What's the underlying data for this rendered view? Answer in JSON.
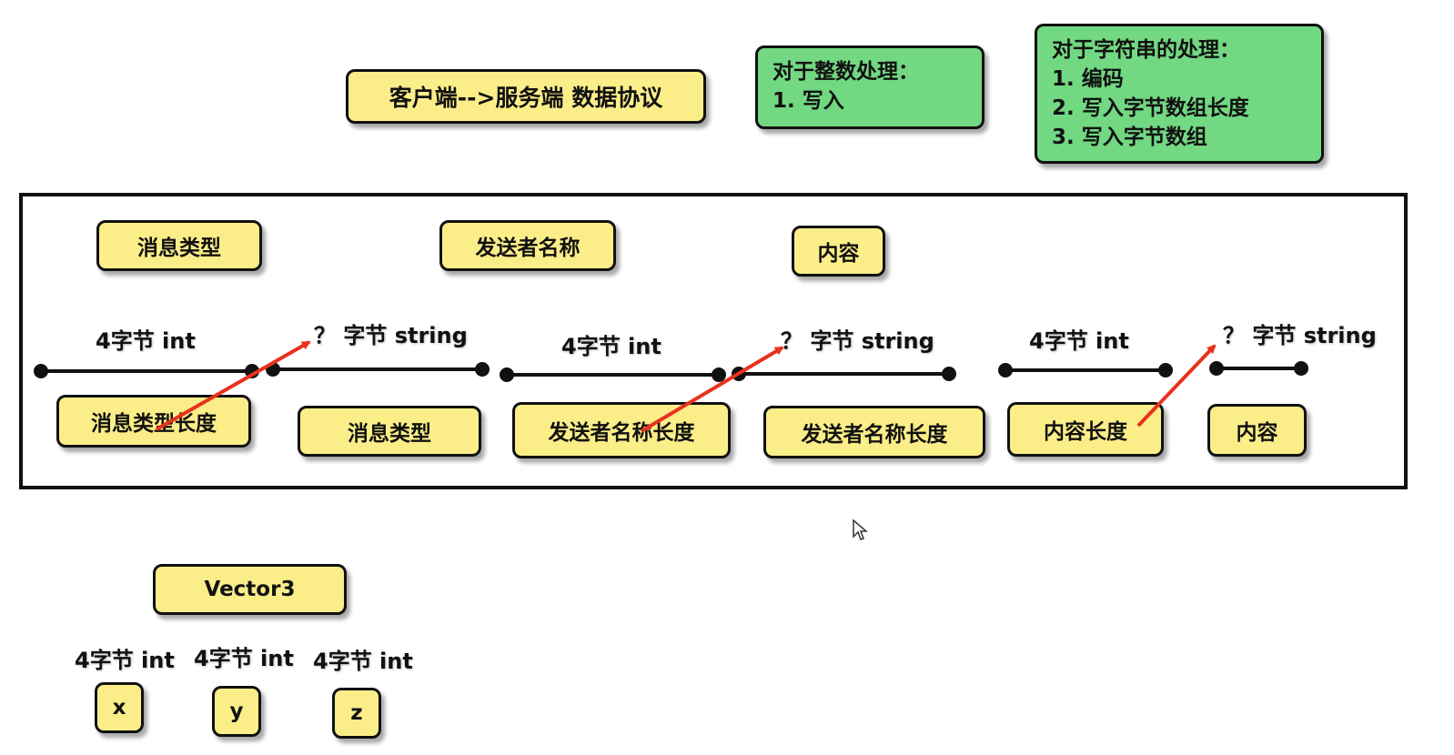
{
  "title": "客户端-->服务端 数据协议",
  "int_processing": {
    "heading": "对于整数处理：",
    "steps": [
      "1.  写入"
    ]
  },
  "string_processing": {
    "heading": "对于字符串的处理：",
    "steps": [
      "1. 编码",
      "2. 写入字节数组长度",
      "3. 写入字节数组"
    ]
  },
  "fields": {
    "message_type": "消息类型",
    "sender_name": "发送者名称",
    "content": "内容"
  },
  "segment_labels": {
    "int": "4字节 int",
    "string": "？ 字节 string"
  },
  "bottom_boxes": {
    "message_type_length": "消息类型长度",
    "message_type": "消息类型",
    "sender_name_length_1": "发送者名称长度",
    "sender_name_length_2": "发送者名称长度",
    "content_length": "内容长度",
    "content": "内容"
  },
  "vector3": {
    "title": "Vector3",
    "component_label": "4字节 int",
    "components": [
      "x",
      "y",
      "z"
    ]
  },
  "colors": {
    "box_yellow": "#fbee88",
    "box_green": "#72d882",
    "arrow_red": "#e8321d"
  }
}
